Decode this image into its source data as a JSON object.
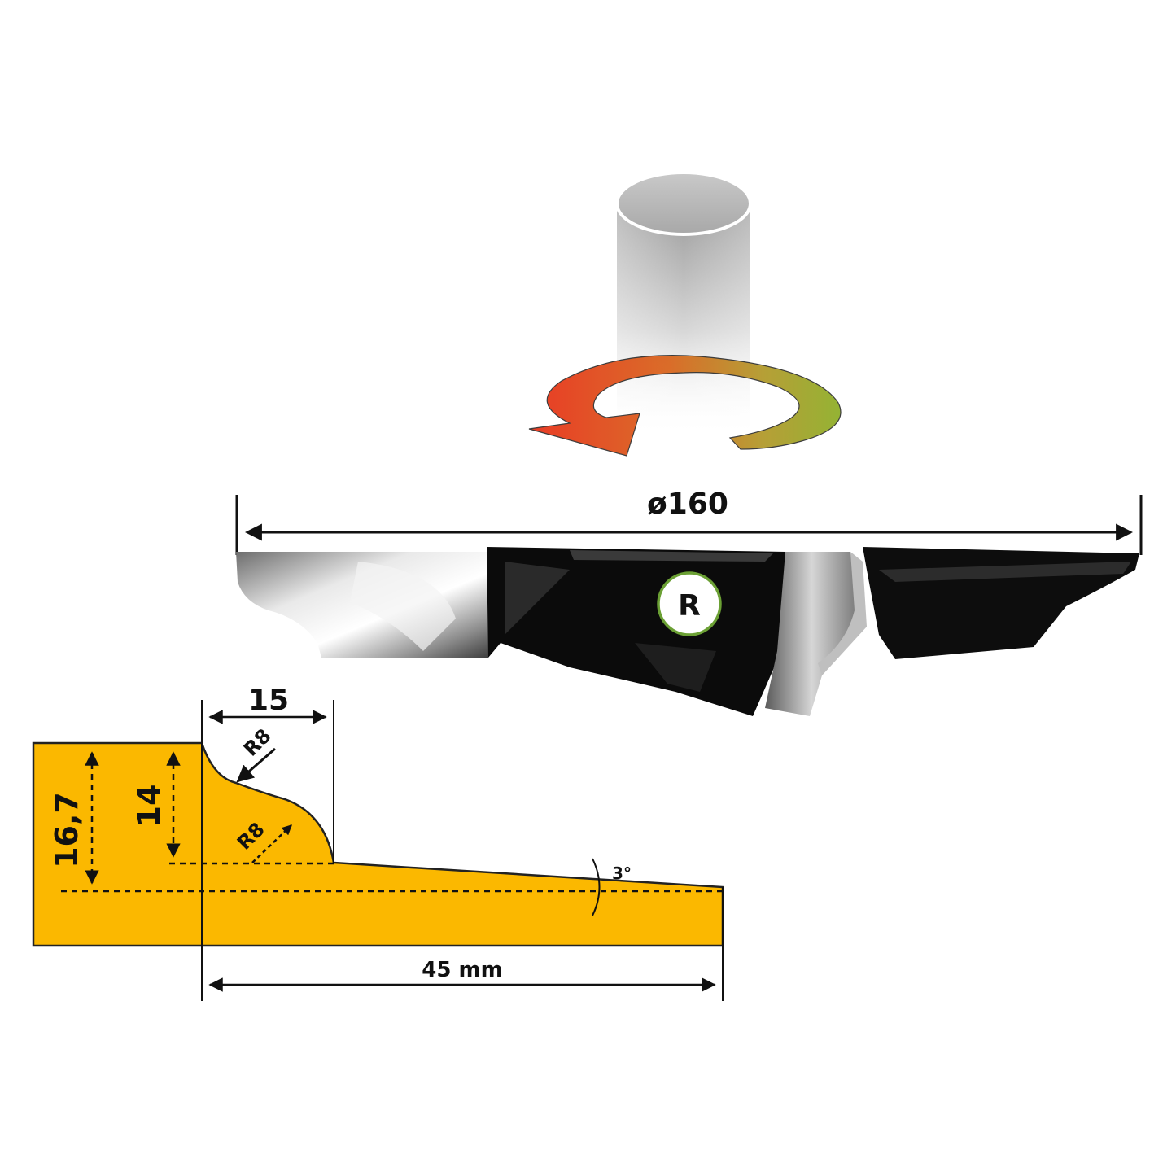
{
  "rotation": {
    "direction": "rotation-direction-arrow"
  },
  "cutter": {
    "diameter_label": "ø160",
    "rotation_badge": "R"
  },
  "profile": {
    "dim_width_top": "15",
    "dim_radius_upper": "R8",
    "dim_radius_lower": "R8",
    "dim_height_inner": "14",
    "dim_height_total": "16,7",
    "dim_angle": "3°",
    "dim_length": "45 mm"
  },
  "colors": {
    "profile_fill": "#FBB800",
    "arrow_start": "#E8321A",
    "arrow_end": "#8FAF2A",
    "badge_ring": "#6BA034"
  }
}
